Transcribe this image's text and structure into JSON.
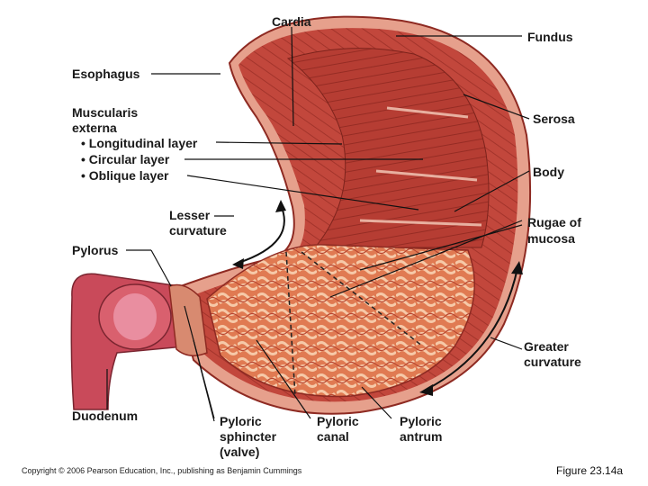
{
  "labels": {
    "cardia": "Cardia",
    "fundus": "Fundus",
    "esophagus": "Esophagus",
    "muscularis_1": "Muscularis",
    "muscularis_2": "externa",
    "longitudinal": "• Longitudinal layer",
    "circular": "• Circular layer",
    "oblique": "• Oblique layer",
    "serosa": "Serosa",
    "body": "Body",
    "lesser_1": "Lesser",
    "lesser_2": "curvature",
    "rugae_1": "Rugae of",
    "rugae_2": "mucosa",
    "pylorus": "Pylorus",
    "greater_1": "Greater",
    "greater_2": "curvature",
    "duodenum": "Duodenum",
    "pyloric_sphincter_1": "Pyloric",
    "pyloric_sphincter_2": "sphincter",
    "pyloric_sphincter_3": "(valve)",
    "pyloric_canal_1": "Pyloric",
    "pyloric_canal_2": "canal",
    "pyloric_antrum_1": "Pyloric",
    "pyloric_antrum_2": "antrum"
  },
  "footer": {
    "copyright": "Copyright © 2006 Pearson Education, Inc., publishing as Benjamin Cummings",
    "figure": "Figure 23.14a"
  },
  "colors": {
    "muscle": "#c0453a",
    "muscle_dark": "#8e2a22",
    "serosa": "#e6a08c",
    "mucosa": "#e8845a",
    "rugae": "#f3c2a2",
    "duodenum": "#c94a5a",
    "leader": "#111111"
  }
}
